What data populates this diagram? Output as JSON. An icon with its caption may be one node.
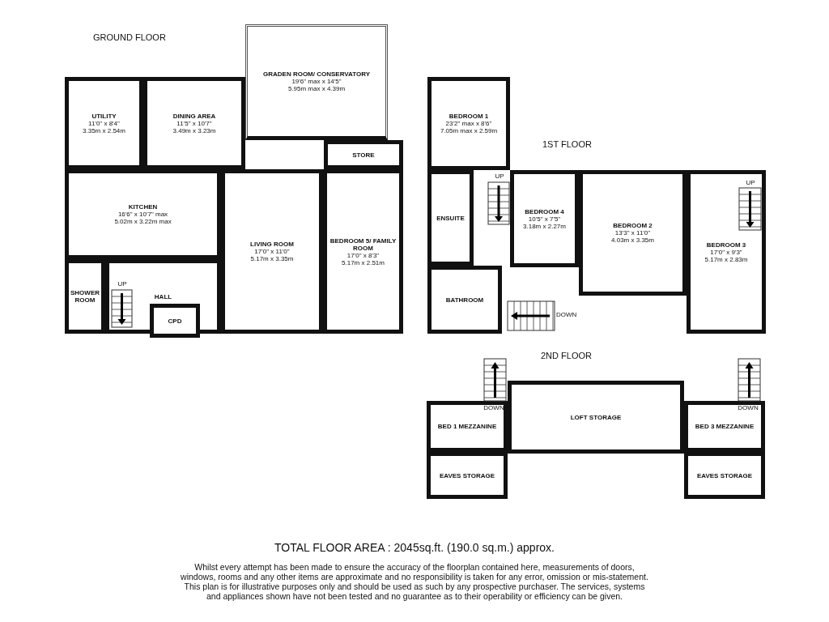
{
  "diagram": {
    "caption": "TOTAL FLOOR AREA : 2045sq.ft. (190.0 sq.m.) approx.",
    "nodes": [
      {
        "text": [
          "UTILITY",
          "11'0\" x 8'4\"",
          "3.35m x 2.54m"
        ]
      },
      {
        "text": [
          "DINING AREA",
          "11'5\" x 10'7\"",
          "3.49m x 3.23m"
        ]
      },
      {
        "text": [
          "GRADEN ROOM/ CONSERVATORY",
          "19'6\" max x 14'5\"",
          "5.95m max x 4.39m"
        ]
      },
      {
        "text": [
          "STORE"
        ]
      },
      {
        "text": [
          "KITCHEN",
          "16'6\" x 10'7\" max",
          "5.02m x 3.22m max"
        ]
      },
      {
        "text": [
          "LIVING ROOM",
          "17'0\" x 11'0\"",
          "5.17m x 3.35m"
        ]
      },
      {
        "text": [
          "BEDROOM 5/ FAMILY ROOM",
          "17'0\" x 8'3\"",
          "5.17m x 2.51m"
        ]
      },
      {
        "text": [
          "SHOWER ROOM"
        ]
      },
      {
        "text": [
          "HALL"
        ]
      },
      {
        "text": [
          "CPD"
        ],
        "in": 8
      },
      {
        "text": [
          "BEDROOM 1",
          "23'2\" max x 8'6\"",
          "7.05m max x 2.59m"
        ]
      },
      {
        "text": [
          "BEDROOM 4",
          "10'5\" x 7'5\"",
          "3.18m x 2.27m"
        ]
      },
      {
        "text": [
          "BEDROOM 2",
          "13'3\" x 11'0\"",
          "4.03m x 3.35m"
        ]
      },
      {
        "text": [
          "BEDROOM 3",
          "17'0\" x 9'3\"",
          "5.17m x 2.83m"
        ]
      },
      {
        "text": [
          "ENSUITE"
        ]
      },
      {
        "text": [
          "BATHROOM"
        ]
      },
      {
        "text": [
          "LOFT STORAGE"
        ]
      },
      {
        "text": [
          "BED 1 MEZZANINE"
        ]
      },
      {
        "text": [
          "BED 3 MEZZANINE"
        ]
      },
      {
        "text": [
          "EAVES STORAGE"
        ]
      },
      {
        "text": [
          "EAVES STORAGE"
        ]
      }
    ],
    "labels": [
      "GROUND FLOOR",
      "1ST FLOOR",
      "UP",
      "UP",
      "UP",
      "DOWN",
      "2ND FLOOR",
      "DOWN",
      "DOWN",
      "Whilst every attempt has been made to ensure the accuracy of the floorplan contained here, measurements of doors, windows, rooms and any other items are approximate and no responsibility is taken for any error, omission or mis-statement. This plan is for illustrative purposes only and should be used as such by any prospective purchaser. The services, systems and appliances shown have not been tested and no guarantee as to their operability or efficiency can be given."
    ]
  }
}
